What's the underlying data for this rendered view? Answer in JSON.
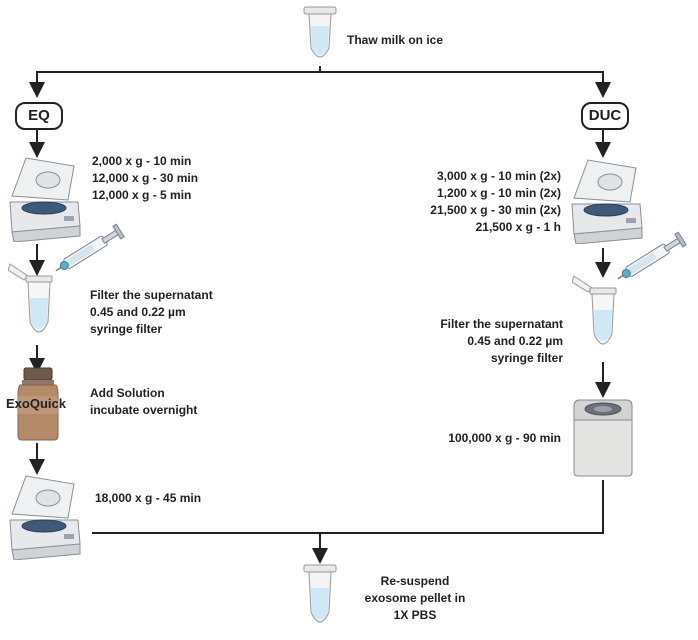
{
  "top": {
    "step": "Thaw milk on ice"
  },
  "eq": {
    "label": "EQ",
    "centrifuge1_lines": [
      "2,000 x g - 10 min",
      "12,000 x g - 30 min",
      "12,000 x g - 5 min"
    ],
    "filter_lines": [
      "Filter the supernatant",
      "0.45 and 0.22 µm",
      "syringe filter"
    ],
    "bottle_label": "ExoQuick",
    "solution_lines": [
      "Add  Solution",
      "incubate overnight"
    ],
    "centrifuge2": "18,000 x g - 45 min"
  },
  "duc": {
    "label": "DUC",
    "centrifuge_lines": [
      "3,000 x g - 10 min (2x)",
      "1,200 x g - 10 min (2x)",
      "21,500 x g - 30 min (2x)",
      "21,500 x g - 1 h"
    ],
    "filter_lines": [
      "Filter the supernatant",
      "0.45 and 0.22 µm",
      "syringe filter"
    ],
    "ultracentrifuge": "100,000 x g - 90 min"
  },
  "final": {
    "lines": [
      "Re-suspend",
      "exosome pellet in",
      "1X PBS"
    ]
  },
  "colors": {
    "line": "#222222",
    "bottle": "#b58a68",
    "tube": "#cfe8f5"
  }
}
